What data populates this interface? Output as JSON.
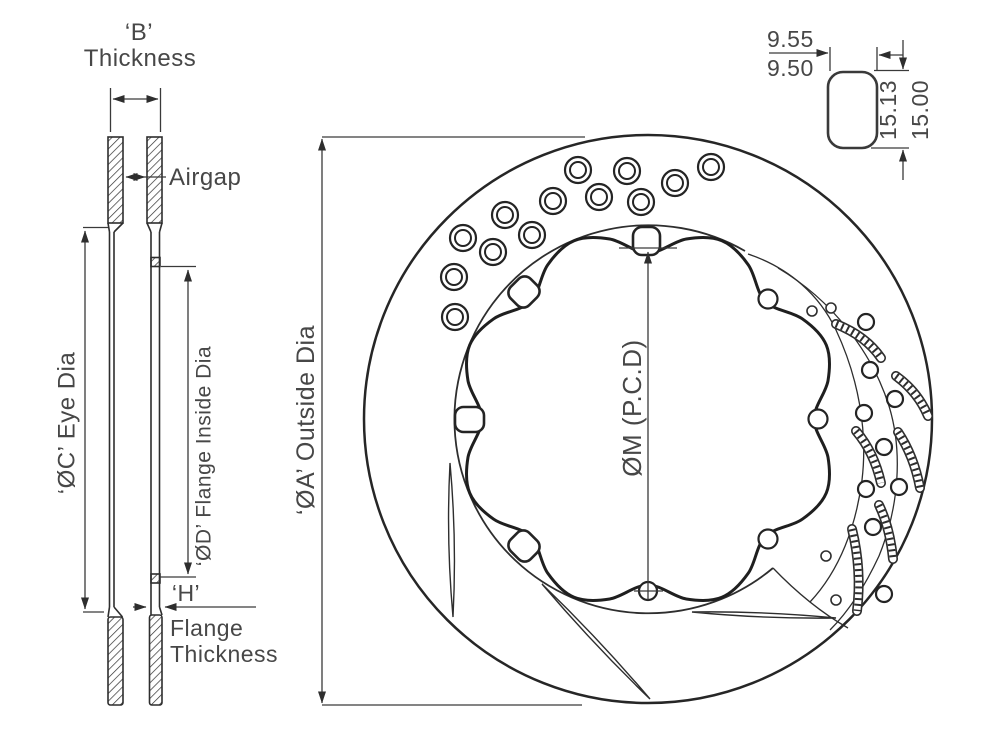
{
  "section": {
    "b_letter": "‘B’",
    "b_word": "Thickness",
    "airgap": "Airgap",
    "eye_dia": "‘ØC’ Eye Dia",
    "flange_inside_dia": "‘ØD’ Flange Inside Dia",
    "h_letter": "‘H’",
    "flange_word": "Flange",
    "flange_thickness_word": "Thickness"
  },
  "front": {
    "outside_dia": "‘ØA’ Outside Dia",
    "pcd": "ØM (P.C.D)"
  },
  "slot_detail": {
    "width_max": "9.55",
    "width_min": "9.50",
    "height_max": "15.13",
    "height_min": "15.00"
  },
  "colors": {
    "line": "#2e2e2e",
    "text": "#474747",
    "background": "#ffffff"
  }
}
